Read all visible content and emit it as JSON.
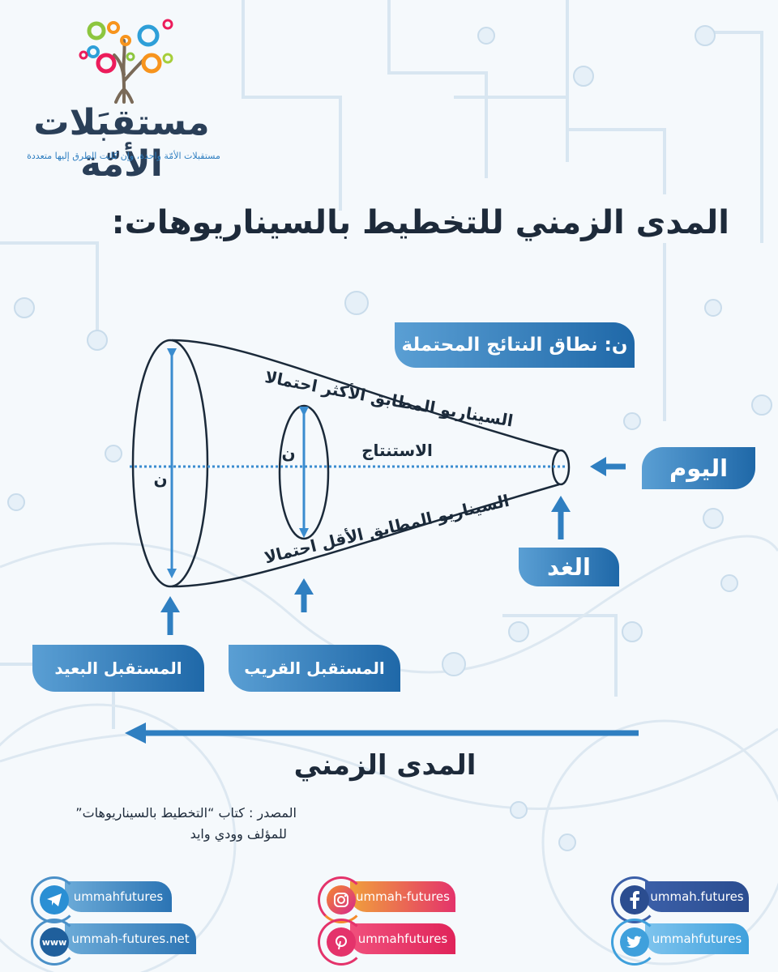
{
  "logo": {
    "title": "مستقبَلات الأمّة",
    "tagline": "مستقبلات الأمّة واحدة، وإن كانت الطرق إليها متعددة"
  },
  "main_title": "المدى الزمني للتخطيط بالسيناريوهات:",
  "legend": "ن: نطاق النتائج المحتملة",
  "diagram": {
    "most_likely": "السيناريو المطابق الأكثر احتمالا",
    "least_likely": "السيناريو المطابق الأقل احتمالا",
    "extrapolation": "الاستنتاج",
    "n_label": "ن"
  },
  "labels": {
    "today": "اليوم",
    "tomorrow": "الغد",
    "near_future": "المستقبل القريب",
    "far_future": "المستقبل البعيد",
    "timeline": "المدى الزمني"
  },
  "source": {
    "line1": "المصدر : كتاب “التخطيط بالسيناريوهات”",
    "line2": "للمؤلف وودي وايد"
  },
  "social": {
    "telegram": "ummahfutures",
    "website": "ummah-futures.net",
    "website_icon": "www",
    "instagram": "ummah-futures",
    "pinterest": "ummahfutures",
    "facebook": "ummah.futures",
    "twitter": "ummahfutures"
  },
  "colors": {
    "accent_blue": "#1f68a8",
    "light_blue": "#5a9fd4",
    "text_dark": "#1d2a3a",
    "instagram_orange": "#f58b2c",
    "pinterest_pink": "#e4336b"
  }
}
